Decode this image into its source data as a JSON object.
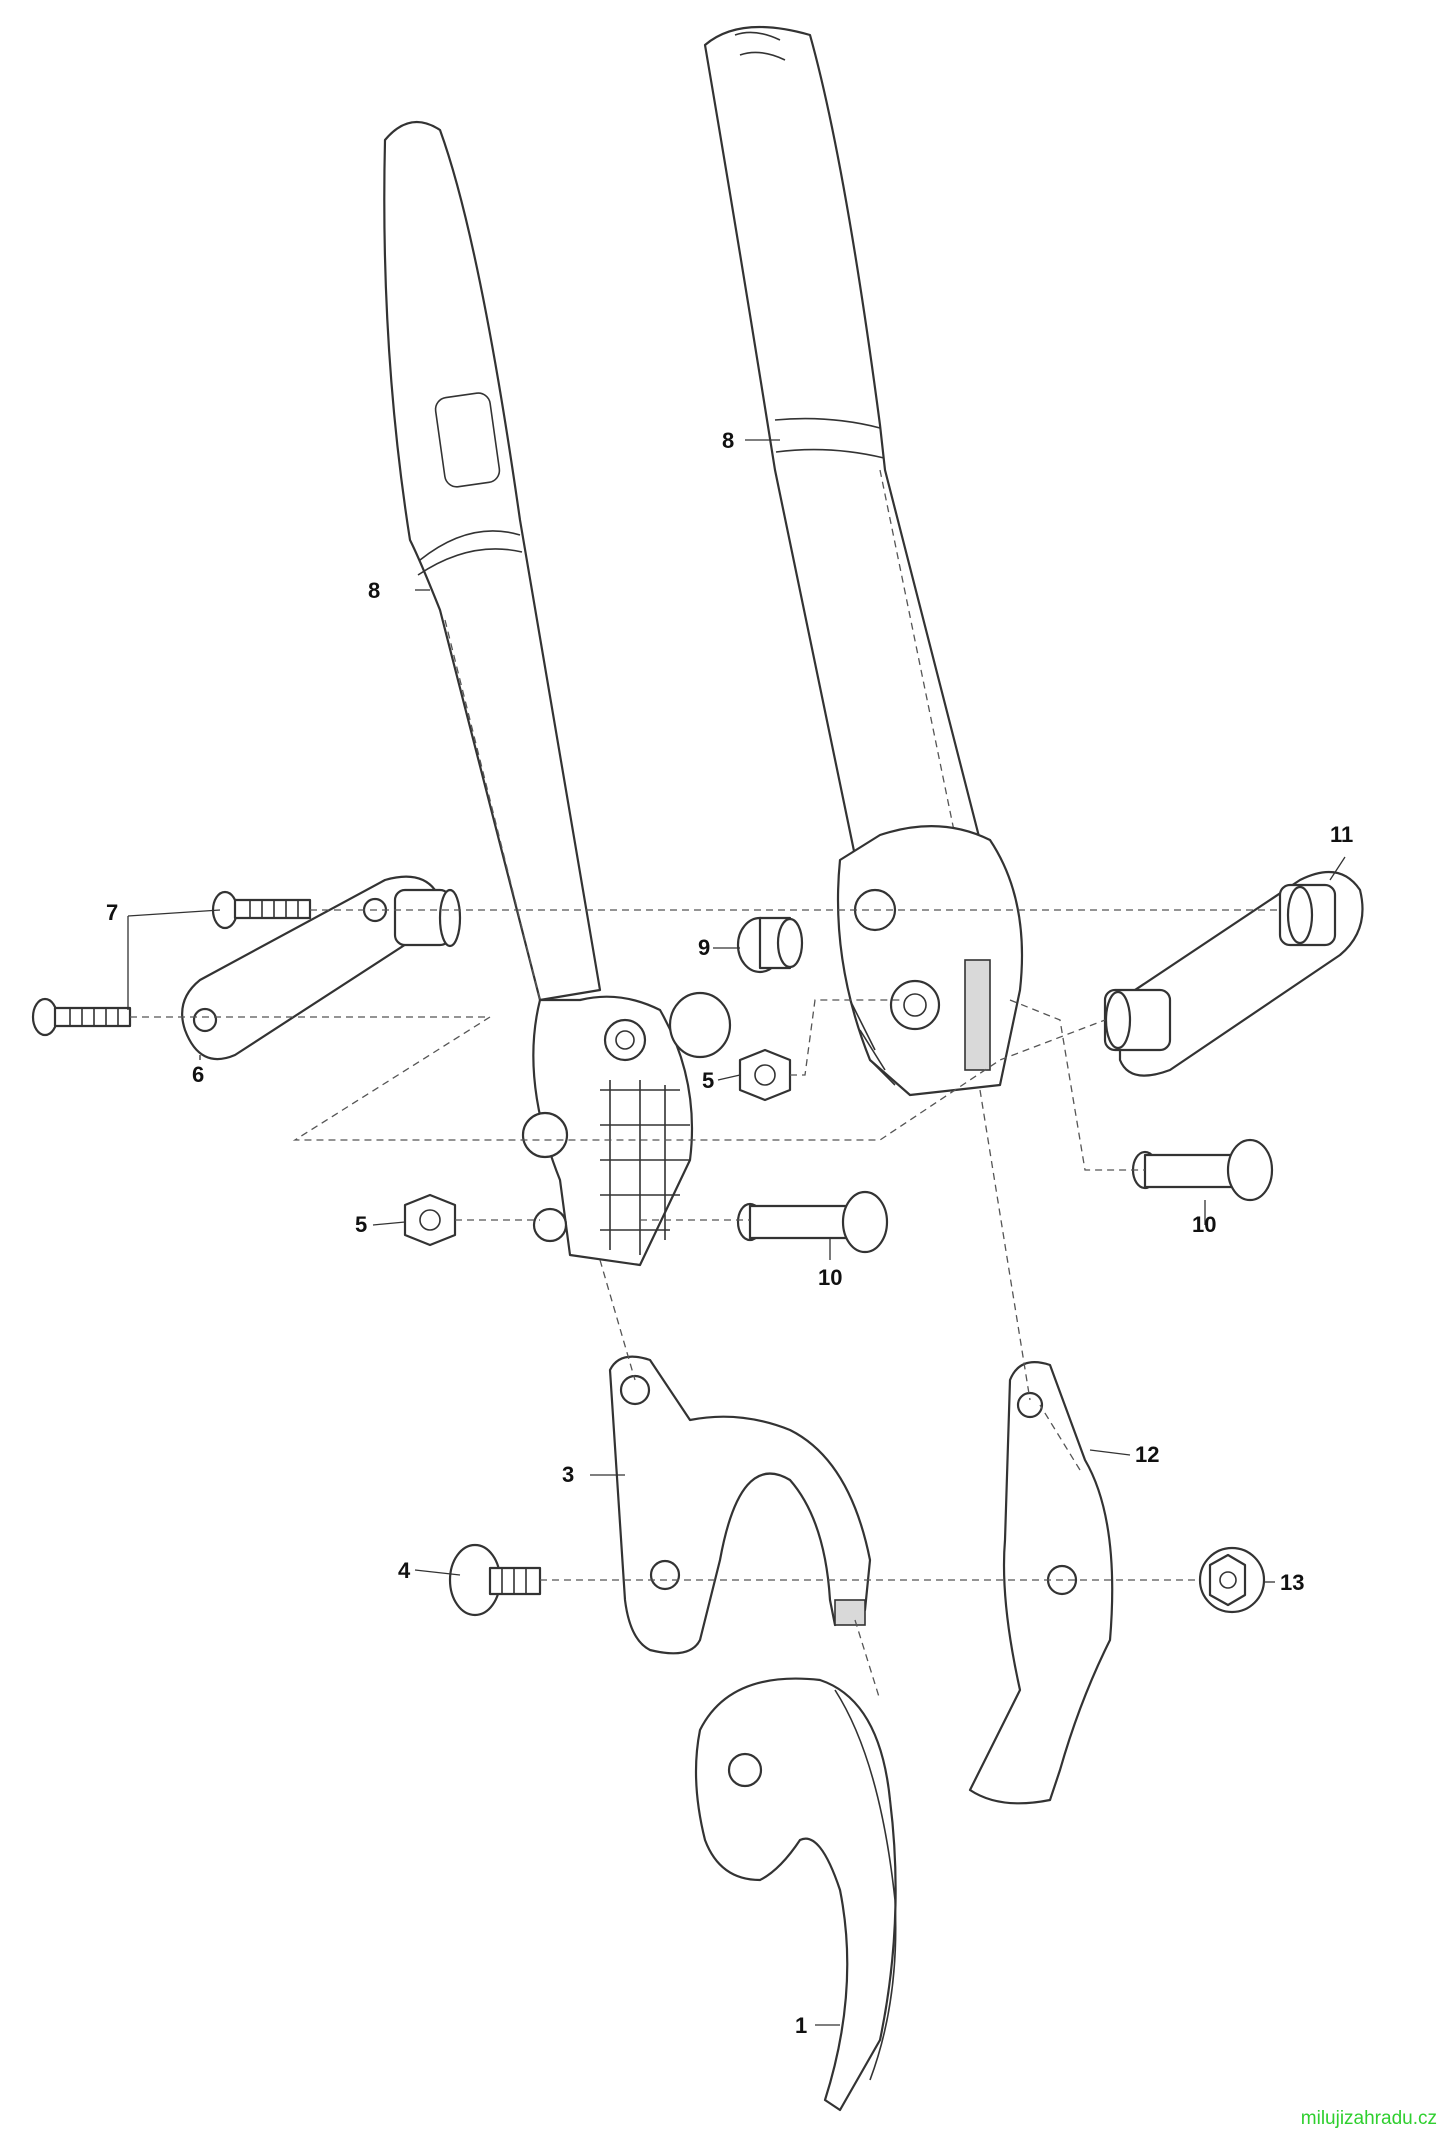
{
  "watermark": "milujizahradu.cz",
  "callouts": {
    "c8_left": "8",
    "c8_right": "8",
    "c7": "7",
    "c6": "6",
    "c11": "11",
    "c9": "9",
    "c5_upper": "5",
    "c5_lower": "5",
    "c10_right": "10",
    "c10_lower": "10",
    "c3": "3",
    "c12": "12",
    "c4": "4",
    "c13": "13",
    "c1": "1"
  }
}
